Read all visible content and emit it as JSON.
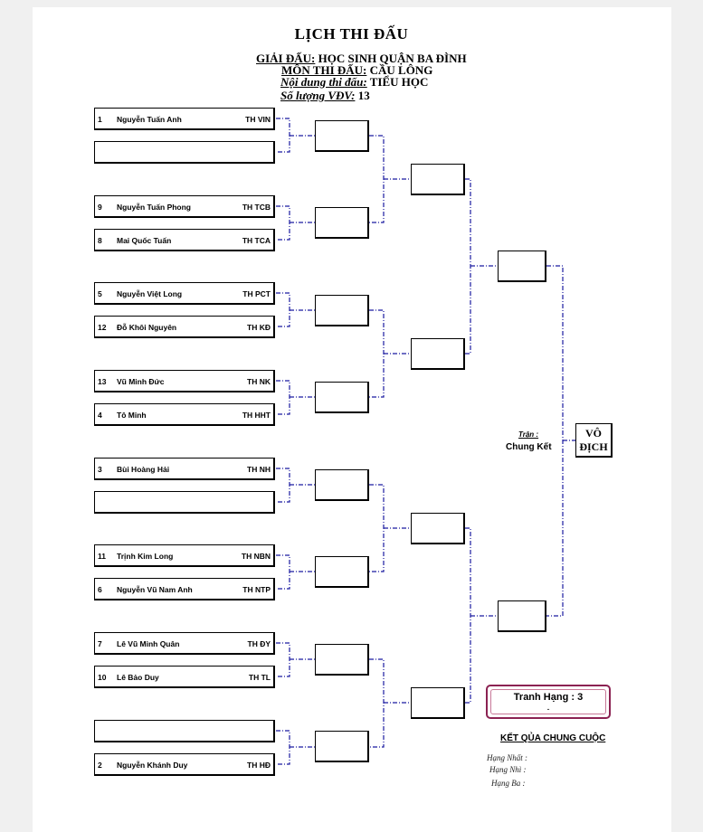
{
  "title": "LỊCH THI ĐẤU",
  "header": {
    "tournament_label": "GIẢI ĐẤU:",
    "tournament_value": "HỌC SINH QUẬN BA ĐÌNH",
    "sport_label": "MÔN THI ĐẤU:",
    "sport_value": "CẦU LÔNG",
    "category_label": "Nội dung thi đấu:",
    "category_value": "TIỂU HỌC",
    "count_label": "Số lượng VĐV:",
    "count_value": "13"
  },
  "players": [
    {
      "seed": "1",
      "name": "Nguyễn Tuấn Anh",
      "team": "TH VIN"
    },
    {
      "seed": "",
      "name": "",
      "team": ""
    },
    {
      "seed": "9",
      "name": "Nguyễn Tuấn Phong",
      "team": "TH TCB"
    },
    {
      "seed": "8",
      "name": "Mai Quốc Tuấn",
      "team": "TH TCA"
    },
    {
      "seed": "5",
      "name": "Nguyễn Việt Long",
      "team": "TH PCT"
    },
    {
      "seed": "12",
      "name": "Đỗ Khôi Nguyên",
      "team": "TH KĐ"
    },
    {
      "seed": "13",
      "name": "Vũ Minh Đức",
      "team": "TH NK"
    },
    {
      "seed": "4",
      "name": "Tô Minh",
      "team": "TH HHT"
    },
    {
      "seed": "3",
      "name": "Bùi Hoàng Hải",
      "team": "TH NH"
    },
    {
      "seed": "",
      "name": "",
      "team": ""
    },
    {
      "seed": "11",
      "name": "Trịnh Kim Long",
      "team": "TH NBN"
    },
    {
      "seed": "6",
      "name": "Nguyễn Vũ Nam Anh",
      "team": "TH NTP"
    },
    {
      "seed": "7",
      "name": "Lê Vũ Minh Quân",
      "team": "TH ĐY"
    },
    {
      "seed": "10",
      "name": "Lê Bảo Duy",
      "team": "TH TL"
    },
    {
      "seed": "",
      "name": "",
      "team": ""
    },
    {
      "seed": "2",
      "name": "Nguyễn Khánh Duy",
      "team": "TH HĐ"
    }
  ],
  "final": {
    "match_label": "Trận :",
    "match_name": "Chung Kết",
    "champion_line1": "VÔ",
    "champion_line2": "ĐỊCH"
  },
  "third_place": {
    "label": "Tranh Hạng : 3",
    "value": "-"
  },
  "results": {
    "title": "KẾT QỦA CHUNG CUỘC",
    "first": "Hạng Nhất :",
    "second": "Hạng Nhì :",
    "third": "Hạng Ba :"
  },
  "colors": {
    "connector": "#1a1aa0",
    "third_border": "#8b2252"
  }
}
